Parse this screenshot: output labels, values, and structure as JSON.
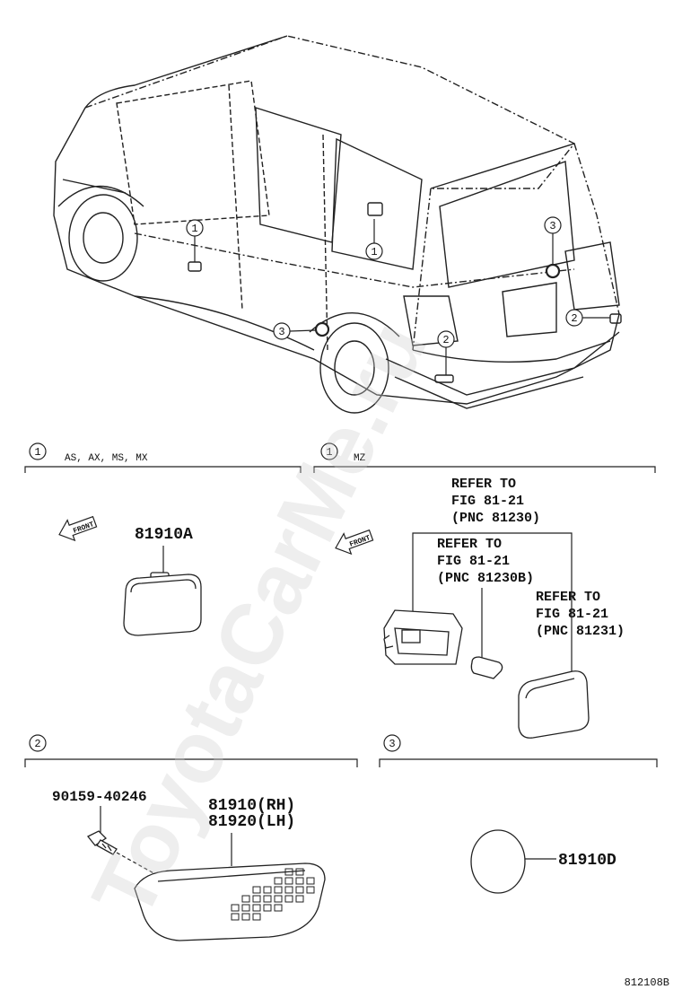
{
  "watermark": "ToyotaCarMe.ru",
  "figure_id": "812108B",
  "vehicle": {
    "callouts": [
      "1",
      "1",
      "3",
      "3",
      "2",
      "2"
    ]
  },
  "sections": {
    "s1_left": {
      "num": "1",
      "variants": "AS, AX, MS, MX",
      "part": "81910A",
      "front": "FRONT"
    },
    "s1_right": {
      "num": "1",
      "variants": "MZ",
      "front": "FRONT",
      "refs": [
        {
          "l1": "REFER TO",
          "l2": "FIG 81-21",
          "l3": "(PNC 81230)"
        },
        {
          "l1": "REFER TO",
          "l2": "FIG 81-21",
          "l3": "(PNC 81230B)"
        },
        {
          "l1": "REFER TO",
          "l2": "FIG 81-21",
          "l3": "(PNC 81231)"
        }
      ]
    },
    "s2": {
      "num": "2",
      "screw": "90159-40246",
      "part_rh": "81910(RH)",
      "part_lh": "81920(LH)"
    },
    "s3": {
      "num": "3",
      "part": "81910D"
    }
  }
}
